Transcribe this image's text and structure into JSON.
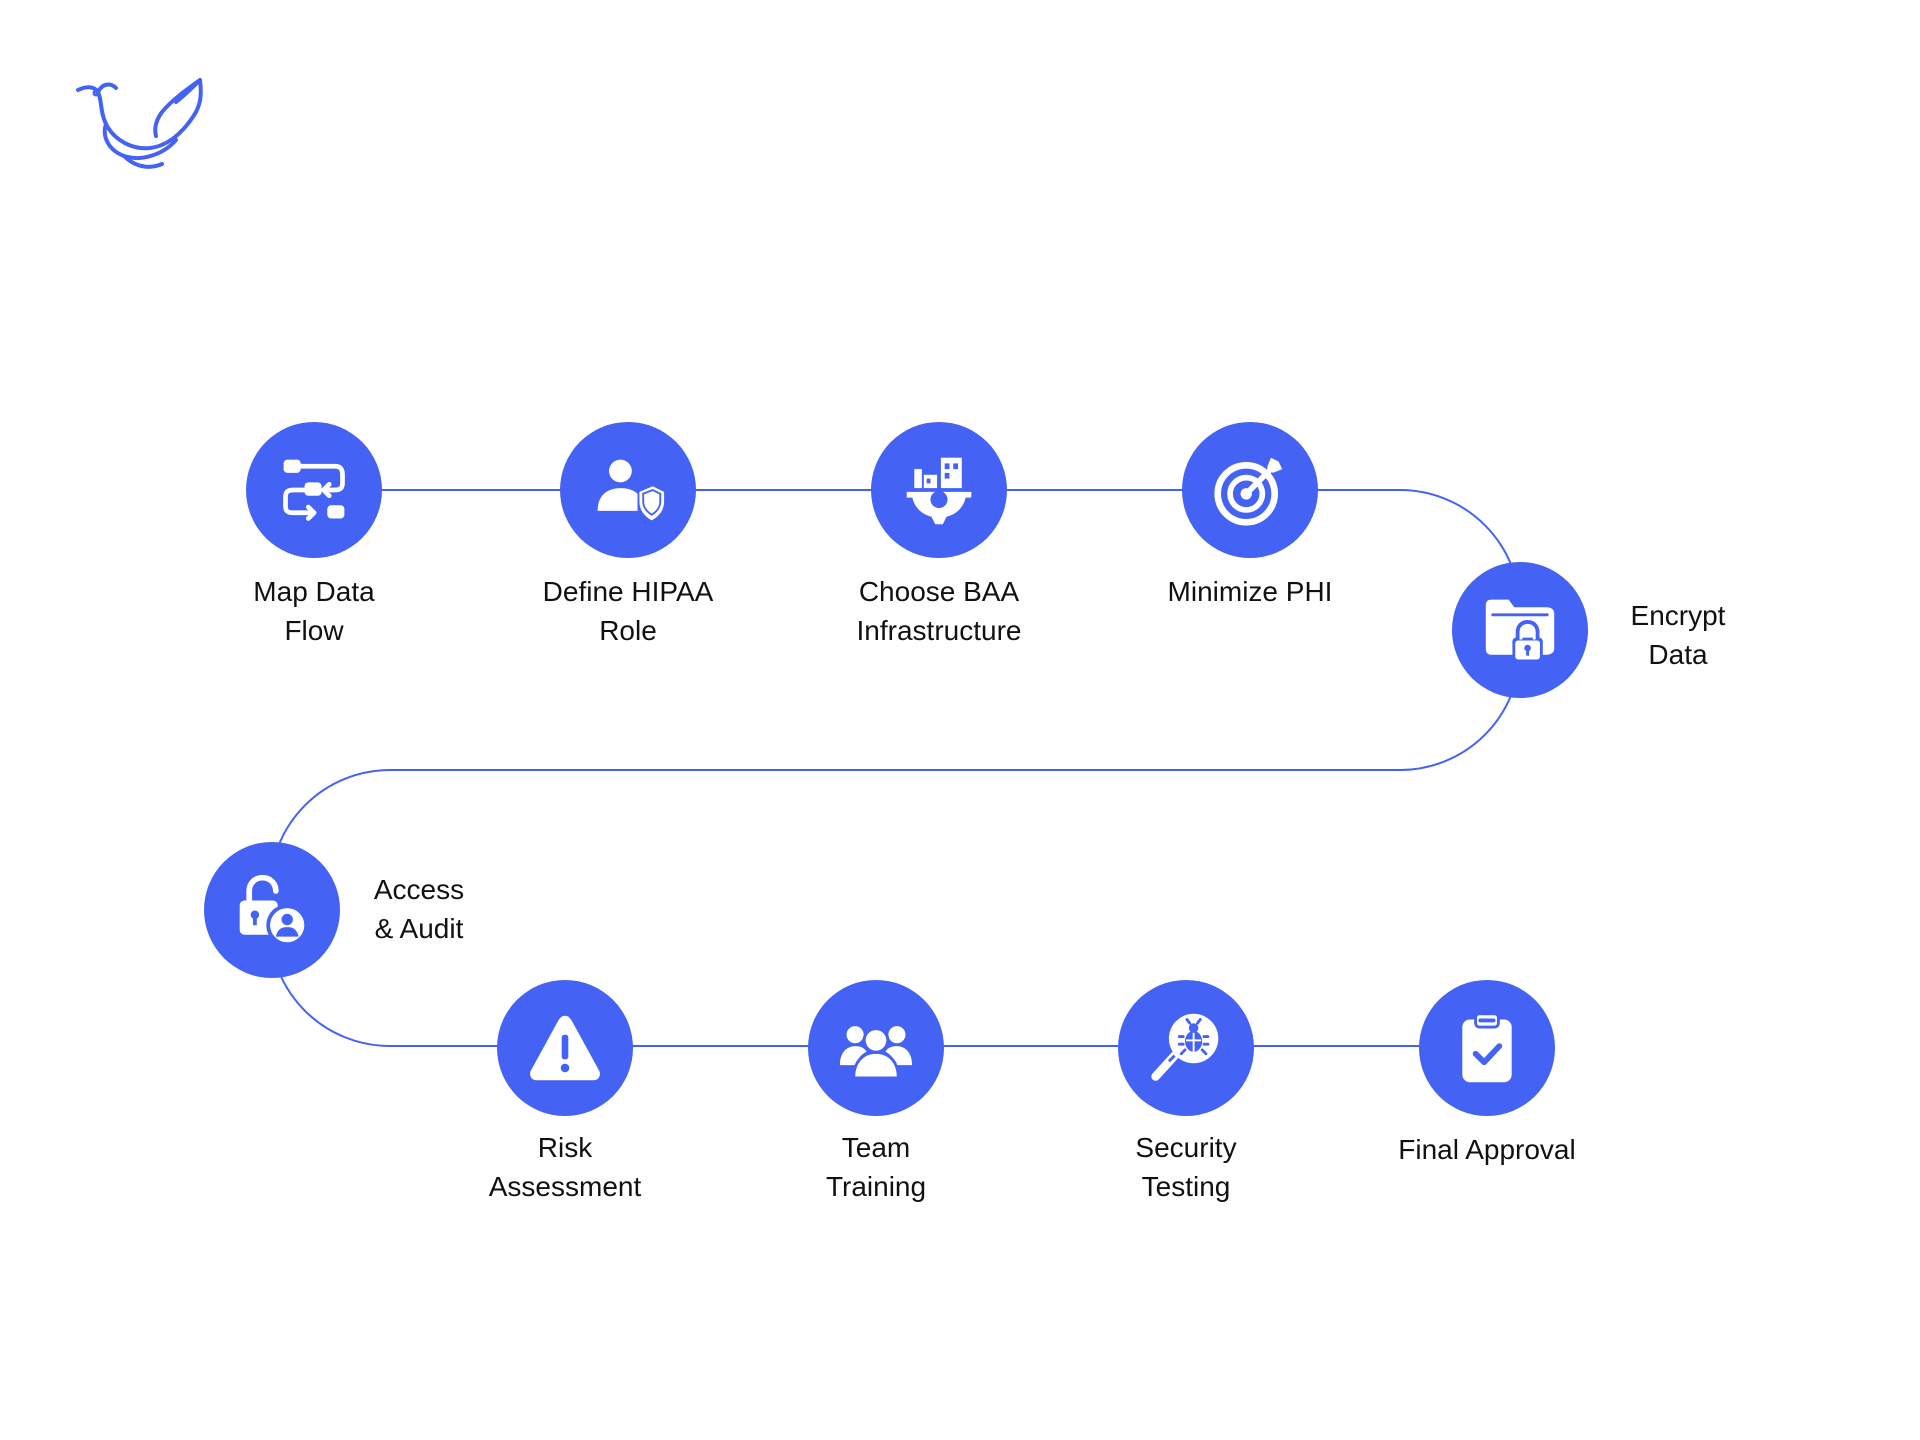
{
  "colors": {
    "accent": "#4462F3",
    "line": "#4462F3",
    "text": "#111111"
  },
  "brand": {
    "logo_icon": "dove-icon"
  },
  "steps": [
    {
      "label": "Map Data\nFlow",
      "icon": "data-flow-icon"
    },
    {
      "label": "Define HIPAA\nRole",
      "icon": "user-shield-icon"
    },
    {
      "label": "Choose BAA\nInfrastructure",
      "icon": "infrastructure-gear-icon"
    },
    {
      "label": "Minimize PHI",
      "icon": "target-icon"
    },
    {
      "label": "Encrypt\nData",
      "icon": "folder-lock-icon"
    },
    {
      "label": "Access\n& Audit",
      "icon": "unlock-user-icon"
    },
    {
      "label": "Risk\nAssessment",
      "icon": "warning-icon"
    },
    {
      "label": "Team\nTraining",
      "icon": "team-icon"
    },
    {
      "label": "Security\nTesting",
      "icon": "search-bug-icon"
    },
    {
      "label": "Final Approval",
      "icon": "clipboard-check-icon"
    }
  ]
}
